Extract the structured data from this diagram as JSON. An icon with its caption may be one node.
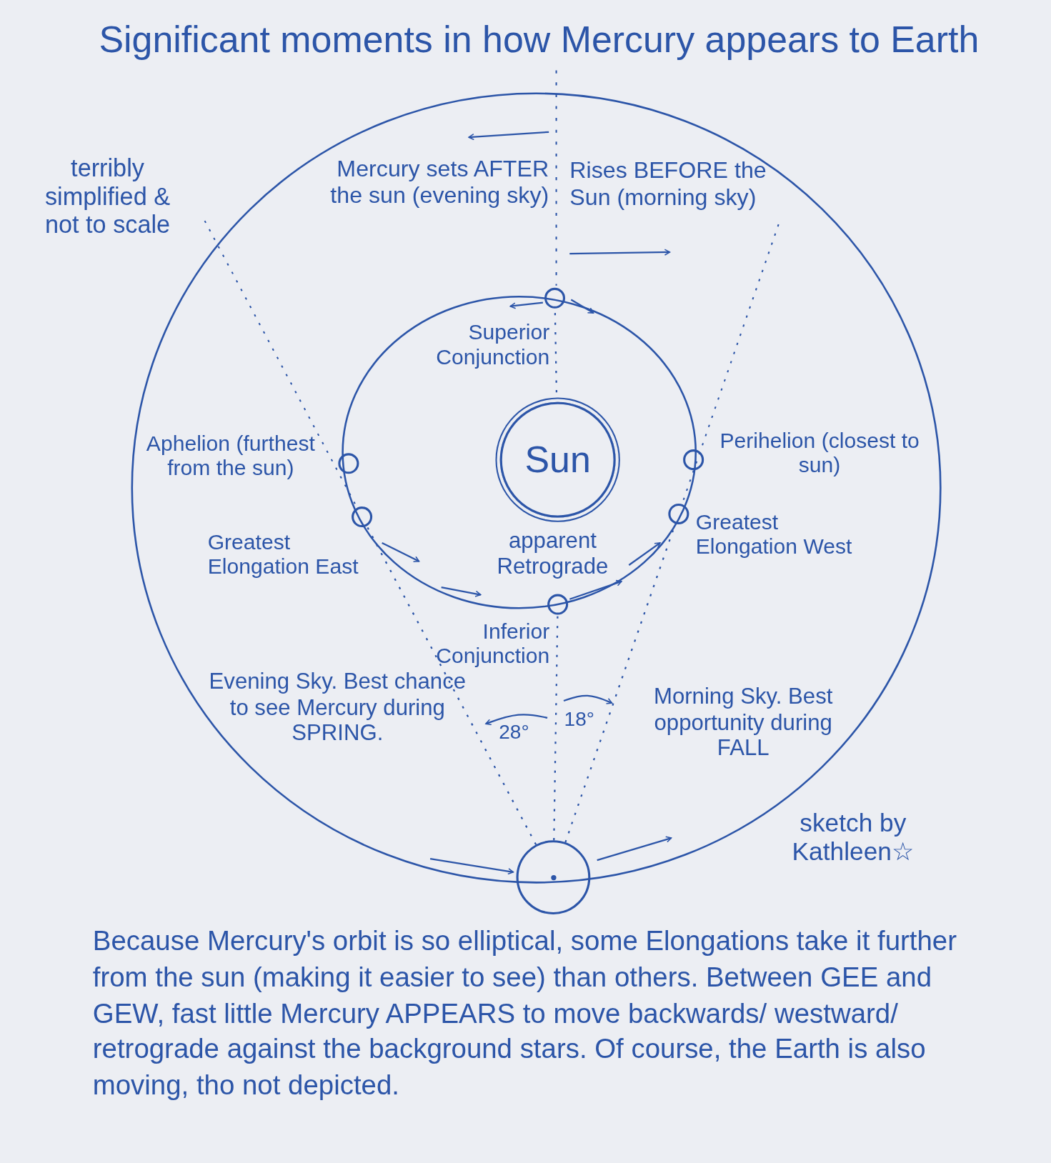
{
  "diagram": {
    "title": "Significant moments in how Mercury appears to Earth",
    "nodes": [
      {
        "text": [
          "Sun"
        ]
      },
      {
        "text": [],
        "shape": "circle",
        "beside": [
          "Superior Conjunction"
        ]
      },
      {
        "text": [],
        "shape": "circle",
        "beside": [
          "Aphelion (furthest from the sun)"
        ]
      },
      {
        "text": [],
        "shape": "circle",
        "beside": [
          "Perihelion (closest to sun)"
        ]
      },
      {
        "text": [],
        "shape": "circle",
        "beside": [
          "Greatest Elongation East"
        ]
      },
      {
        "text": [],
        "shape": "circle",
        "beside": [
          "Greatest Elongation West"
        ]
      },
      {
        "text": [],
        "shape": "circle",
        "beside": [
          "Inferior Conjunction"
        ]
      },
      {
        "text": [],
        "shape": "circle"
      }
    ],
    "edges": [
      {
        "from": 7,
        "to": 4,
        "arrow": "none",
        "style": "dashed"
      },
      {
        "from": 7,
        "to": 5,
        "arrow": "none",
        "style": "dashed"
      },
      {
        "from": 7,
        "to": 6,
        "arrow": "none",
        "style": "dashed"
      },
      {
        "from": 0,
        "to": 1,
        "arrow": "none",
        "style": "dashed"
      }
    ],
    "labels": [
      "terribly simplified & not to scale",
      "Mercury sets AFTER the sun (evening sky)",
      "Rises BEFORE the Sun (morning sky)",
      "apparent Retrograde",
      "Evening Sky. Best chance to see Mercury during SPRING.",
      "28°",
      "18°",
      "Morning Sky. Best opportunity during FALL",
      "sketch by Kathleen☆",
      "Because Mercury's orbit is so elliptical, some Elongations take it further from the sun (making it easier to see) than others. Between GEE and GEW, fast little Mercury APPEARS to move backwards/ westward/ retrograde against the background stars. Of course, the Earth is also moving, tho not depicted."
    ]
  }
}
